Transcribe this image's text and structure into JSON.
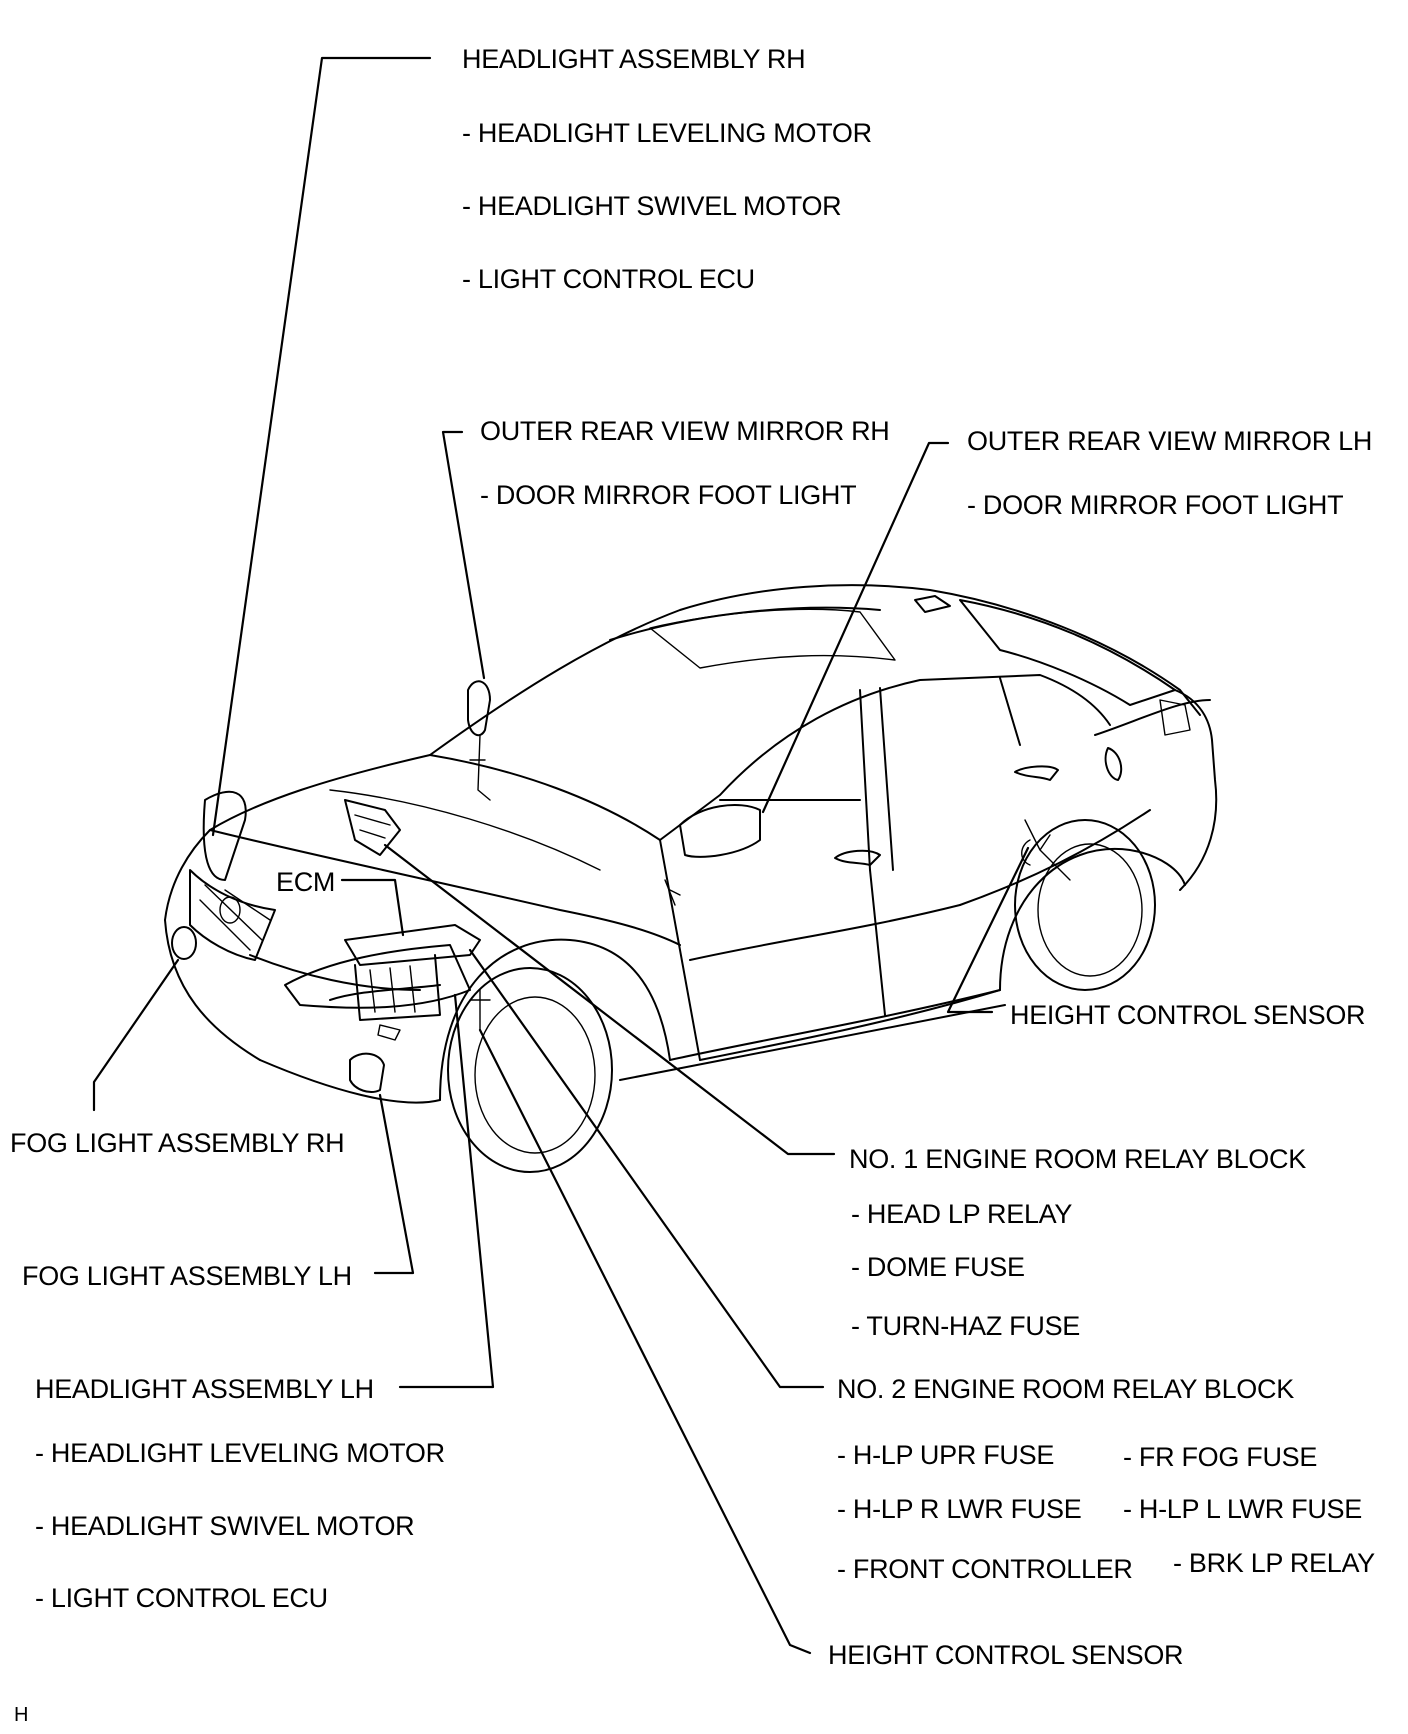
{
  "headlight_rh": {
    "title": "HEADLIGHT ASSEMBLY RH",
    "items": [
      "- HEADLIGHT LEVELING MOTOR",
      "- HEADLIGHT SWIVEL MOTOR",
      "- LIGHT CONTROL ECU"
    ]
  },
  "mirror_rh": {
    "title": "OUTER REAR VIEW MIRROR RH",
    "item": "- DOOR MIRROR FOOT LIGHT"
  },
  "mirror_lh": {
    "title": "OUTER REAR VIEW MIRROR LH",
    "item": "- DOOR MIRROR FOOT LIGHT"
  },
  "ecm": "ECM",
  "height_sensor_rear": "HEIGHT CONTROL SENSOR",
  "fog_rh": "FOG LIGHT ASSEMBLY RH",
  "fog_lh": "FOG LIGHT ASSEMBLY LH",
  "relay1": {
    "title": "NO. 1 ENGINE ROOM RELAY BLOCK",
    "items": [
      "- HEAD LP RELAY",
      "- DOME FUSE",
      "- TURN-HAZ FUSE"
    ]
  },
  "headlight_lh": {
    "title": "HEADLIGHT ASSEMBLY LH",
    "items": [
      "- HEADLIGHT LEVELING MOTOR",
      "- HEADLIGHT SWIVEL MOTOR",
      "- LIGHT CONTROL ECU"
    ]
  },
  "relay2": {
    "title": "NO. 2 ENGINE ROOM RELAY BLOCK",
    "items_left": [
      "- H-LP UPR FUSE",
      "- H-LP R LWR FUSE",
      "- FRONT CONTROLLER"
    ],
    "items_right": [
      "- FR FOG FUSE",
      "- H-LP L LWR FUSE",
      "- BRK LP RELAY"
    ]
  },
  "height_sensor_front": "HEIGHT CONTROL SENSOR",
  "footer_code": "H"
}
